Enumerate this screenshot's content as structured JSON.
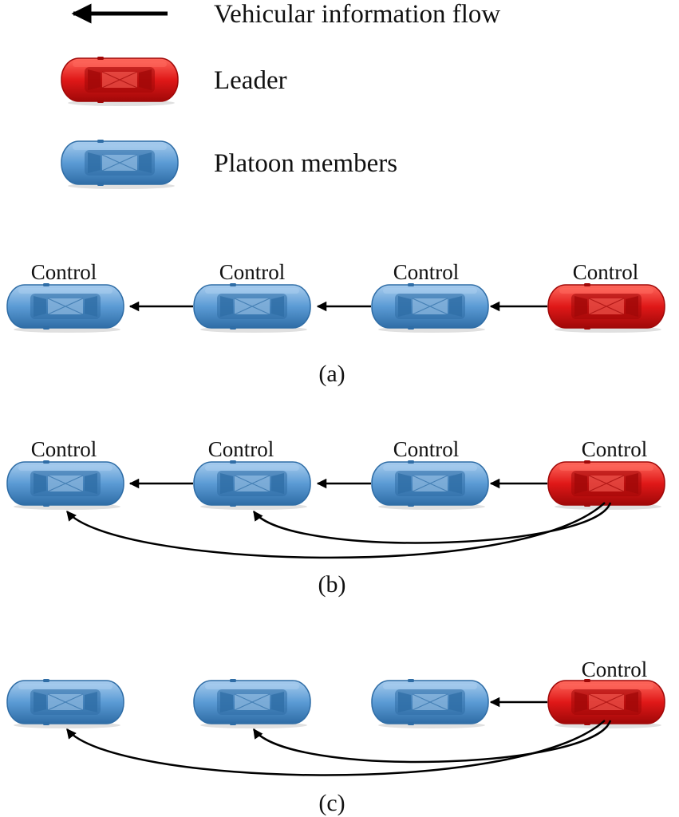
{
  "legend": {
    "arrow_label": "Vehicular information flow",
    "leader_label": "Leader",
    "members_label": "Platoon members"
  },
  "colors": {
    "leader_body": "#e01818",
    "leader_light": "#ff6a5e",
    "leader_dark": "#a00808",
    "member_body": "#5b9bd5",
    "member_light": "#a9cdee",
    "member_dark": "#2f6da6",
    "arrow": "#000000"
  },
  "panels": [
    {
      "caption": "(a)",
      "controls": [
        "Control",
        "Control",
        "Control",
        "Control"
      ]
    },
    {
      "caption": "(b)",
      "controls": [
        "Control",
        "Control",
        "Control",
        "Control"
      ]
    },
    {
      "caption": "(c)",
      "controls": [
        "Control"
      ]
    }
  ]
}
